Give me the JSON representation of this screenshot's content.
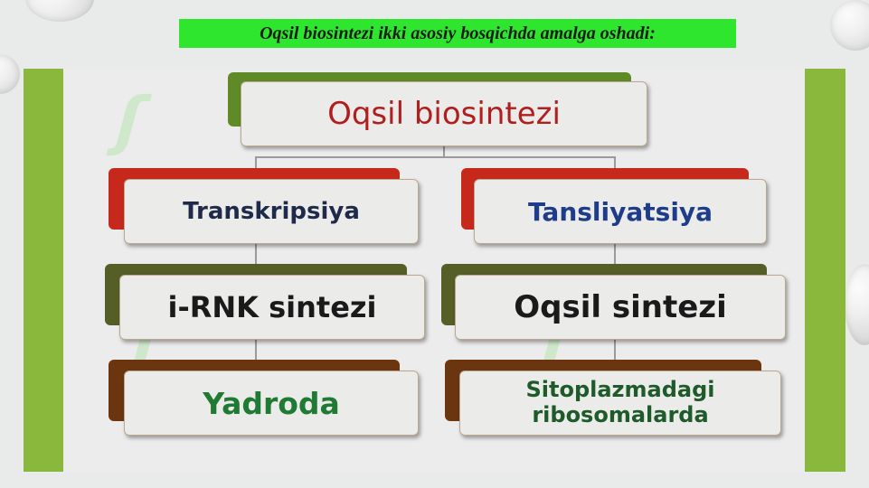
{
  "header": {
    "text": "Oqsil biosintezi ikki asosiy bosqichda amalga oshadi:"
  },
  "diagram": {
    "root": {
      "label": "Oqsil biosintezi",
      "color": "#b01e1e"
    },
    "left": {
      "stage": {
        "label": "Transkripsiya",
        "color": "#1f2a4a"
      },
      "process": {
        "label": "i-RNK sintezi",
        "color": "#1a1a1a"
      },
      "location": {
        "label": "Yadroda",
        "color": "#1f7a33"
      }
    },
    "right": {
      "stage": {
        "label": "Tansliyatsiya",
        "color": "#1d3c8a"
      },
      "process": {
        "label": "Oqsil sintezi",
        "color": "#1a1a1a"
      },
      "location": {
        "label": "Sitoplazmadagi ribosomalarda",
        "color": "#1f5a2a"
      }
    }
  }
}
